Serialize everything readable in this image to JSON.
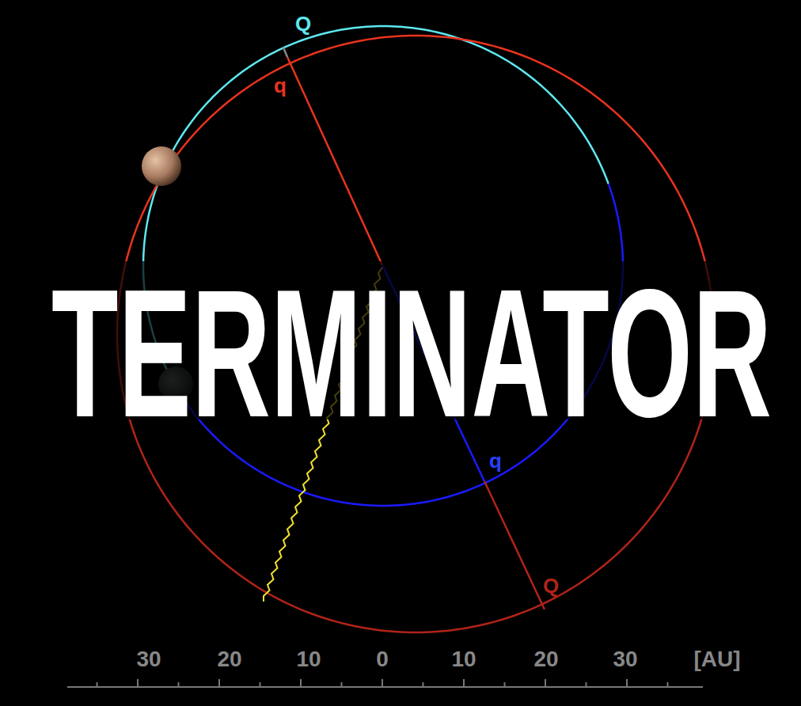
{
  "diagram": {
    "title": "TERMINATOR",
    "labels": [
      "Q",
      "q",
      "q",
      "Q",
      "30",
      "20",
      "10",
      "0",
      "10",
      "20",
      "30",
      "[AU]"
    ]
  }
}
